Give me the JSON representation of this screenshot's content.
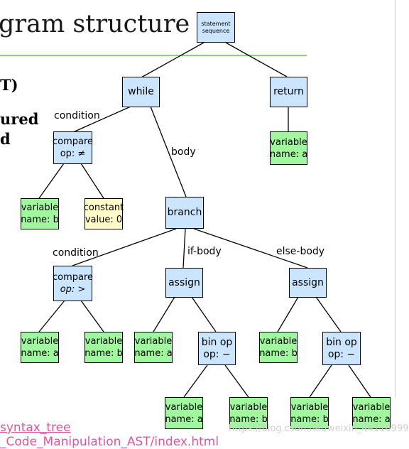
{
  "slide": {
    "title": "gram structure",
    "side_line1": "T)",
    "side_line2": "ured",
    "side_line3": "d",
    "link_text": "syntax_tree",
    "link_text2": "_Code_Manipulation_AST/index.html",
    "watermark": "https://blog.csdn.net/weixin_44116999"
  },
  "tree": {
    "nodes": {
      "root": {
        "line1": "statement",
        "line2": "sequence"
      },
      "while": {
        "line1": "while"
      },
      "return": {
        "line1": "return"
      },
      "ret_var": {
        "line1": "variable",
        "line2": "name: a"
      },
      "cmp1": {
        "line1": "compare",
        "line2": "op: ≠"
      },
      "var_b1": {
        "line1": "variable",
        "line2": "name: b"
      },
      "const0": {
        "line1": "constant",
        "line2": "value: 0"
      },
      "branch": {
        "line1": "branch"
      },
      "cmp2": {
        "line1": "compare",
        "line2": "op: >"
      },
      "var_a2": {
        "line1": "variable",
        "line2": "name: a"
      },
      "var_b2": {
        "line1": "variable",
        "line2": "name: b"
      },
      "assign1": {
        "line1": "assign"
      },
      "var_a3": {
        "line1": "variable",
        "line2": "name: a"
      },
      "binop1": {
        "line1": "bin op",
        "line2": "op: −"
      },
      "var_a4": {
        "line1": "variable",
        "line2": "name: a"
      },
      "var_b4": {
        "line1": "variable",
        "line2": "name: b"
      },
      "assign2": {
        "line1": "assign"
      },
      "var_b3": {
        "line1": "variable",
        "line2": "name: b"
      },
      "binop2": {
        "line1": "bin op",
        "line2": "op: −"
      },
      "var_b5": {
        "line1": "variable",
        "line2": "name: b"
      },
      "var_a5": {
        "line1": "variable",
        "line2": "name: a"
      }
    },
    "edge_labels": {
      "while_condition": "condition",
      "while_body": "body",
      "branch_condition": "condition",
      "branch_if_body": "if-body",
      "branch_else_body": "else-body"
    }
  }
}
